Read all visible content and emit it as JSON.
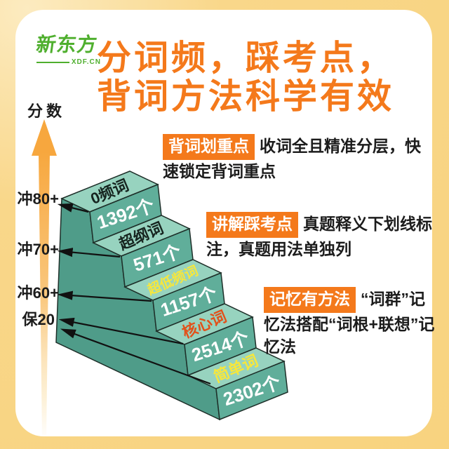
{
  "logo": {
    "name": "新东方",
    "site": "XDF.CN"
  },
  "title": {
    "line1": "分词频，踩考点，",
    "line2": "背词方法科学有效"
  },
  "axis": {
    "label": "分数",
    "ticks": [
      "冲80+",
      "冲70+",
      "冲60+",
      "保20"
    ]
  },
  "stairs": {
    "steps": [
      {
        "name": "0频词",
        "count": "1392个"
      },
      {
        "name": "超纲词",
        "count": "571个"
      },
      {
        "name": "超低频词",
        "count": "1157个"
      },
      {
        "name": "核心词",
        "count": "2514个"
      },
      {
        "name": "简单词",
        "count": "2302个"
      }
    ]
  },
  "chart_data": {
    "type": "bar",
    "title": "背词方法科学有效（词频分层阶梯）",
    "categories": [
      "0频词",
      "超纲词",
      "超低频词",
      "核心词",
      "简单词"
    ],
    "values": [
      1392,
      571,
      1157,
      2514,
      2302
    ],
    "ylabel": "分数",
    "tick_labels": [
      "冲80+",
      "冲70+",
      "冲60+",
      "保20"
    ]
  },
  "callouts": [
    {
      "badge": "背词划重点",
      "text": "收词全且精准分层，快速锁定背词重点"
    },
    {
      "badge": "讲解踩考点",
      "text": "真题释义下划线标注，真题用法单独列"
    },
    {
      "badge": "记忆有方法",
      "text": "“词群”记忆法搭配“词根+联想”记忆法"
    }
  ],
  "colors": {
    "background": "#F9D78A",
    "card": "#FFFFFF",
    "accent_orange": "#F4791B",
    "logo_green": "#4FAF2E",
    "step_top": "#97D3BF",
    "step_riser": "#60AE9A",
    "step_wall": "#4F9C89",
    "label_dark": "#16241F",
    "label_yellow": "#F7E73B",
    "label_red": "#E2511A",
    "count_white": "#FFFFFF",
    "axis_arrow": "#F7A73E"
  }
}
